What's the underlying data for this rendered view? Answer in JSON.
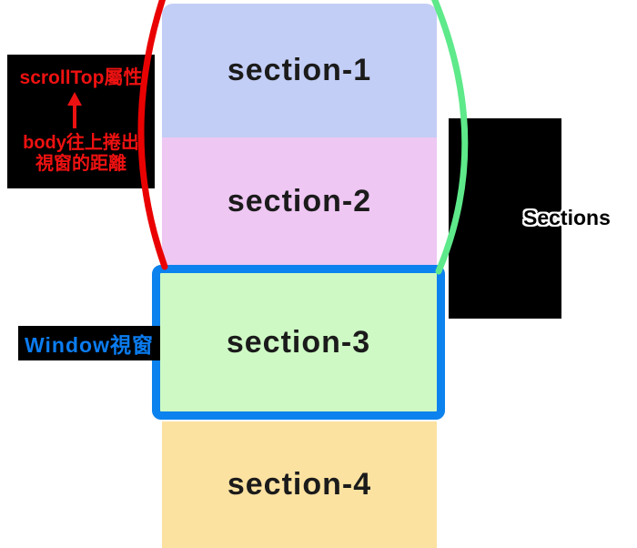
{
  "sections": [
    {
      "label": "section-1",
      "color": "#c3cef6"
    },
    {
      "label": "section-2",
      "color": "#eec7f3"
    },
    {
      "label": "section-3",
      "color": "#cef9c4"
    },
    {
      "label": "section-4",
      "color": "#fce2a1"
    }
  ],
  "viewport_box": {
    "border_color": "#0c82ee"
  },
  "annotations": {
    "scrolltop_label": {
      "line1": "scrollTop屬性",
      "line2": "body往上捲出",
      "line3": "視窗的距離",
      "text_color": "#ee1111",
      "arrow_icon": "up-arrow"
    },
    "window_label": {
      "text": "Window視窗",
      "text_color": "#0b7cf0"
    },
    "sections_label": {
      "text": "Sections",
      "outline_color": "#ffffff"
    }
  },
  "arcs": {
    "left_color": "#ea0202",
    "right_color": "#5ee98a",
    "meaning": "scrolled-out region around section-1 and section-2"
  }
}
